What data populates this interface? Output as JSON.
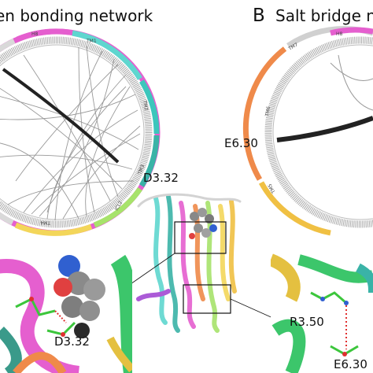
{
  "panel_a": {
    "title": "en bonding network",
    "segments": [
      "H8",
      "TM1",
      "TM2",
      "TM3",
      "ICL2",
      "TM4"
    ],
    "residue_label": "D3.32",
    "zoom_label": "D3.32"
  },
  "panel_b": {
    "letter": "B",
    "title": "Salt bridge n",
    "segments": [
      "H8",
      "TM7",
      "TM6",
      "TM5"
    ],
    "residue_label": "E6.30",
    "zoom_label_1": "R3.50",
    "zoom_label_2": "E6.30"
  },
  "colors": {
    "H8": "#e55fcf",
    "TM1": "#5fd6cf",
    "TM2": "#3cc6bc",
    "TM3": "#3ab3a7",
    "ICL2": "#a7e36b",
    "TM4": "#f3d65a",
    "TM5": "#f0c043",
    "TM6": "#ef8a4a",
    "TM7": "#bfbfbf",
    "ring_gray": "#9a9a9a"
  }
}
